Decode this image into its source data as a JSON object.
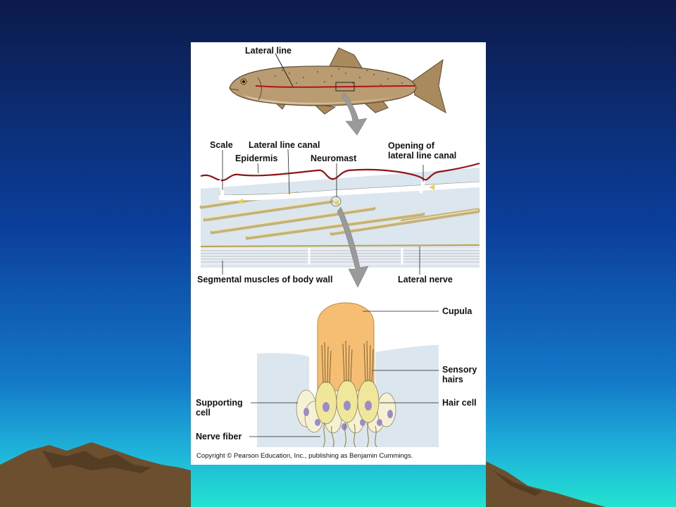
{
  "colors": {
    "sky_top": "#0c1a4a",
    "sky_mid": "#0b4aa8",
    "sky_low": "#1b8fd4",
    "horizon": "#22e3cf",
    "mountain": "#6b4f2e",
    "fish_body": "#b99c72",
    "lateral_line": "#b31217",
    "cupula": "#f6be73",
    "hair_cell": "#f1e79a",
    "nucleus": "#9a8cc8",
    "tissue": "#d7e3ee"
  },
  "labels": {
    "lateral_line": "Lateral line",
    "scale": "Scale",
    "lateral_line_canal": "Lateral line canal",
    "epidermis": "Epidermis",
    "neuromast": "Neuromast",
    "opening": "Opening of\nlateral line canal",
    "segmental_muscles": "Segmental muscles of body wall",
    "lateral_nerve": "Lateral nerve",
    "cupula": "Cupula",
    "sensory_hairs": "Sensory\nhairs",
    "supporting_cell": "Supporting\ncell",
    "hair_cell": "Hair cell",
    "nerve_fiber": "Nerve fiber"
  },
  "copyright": "Copyright © Pearson Education, Inc., publishing as Benjamin Cummings."
}
